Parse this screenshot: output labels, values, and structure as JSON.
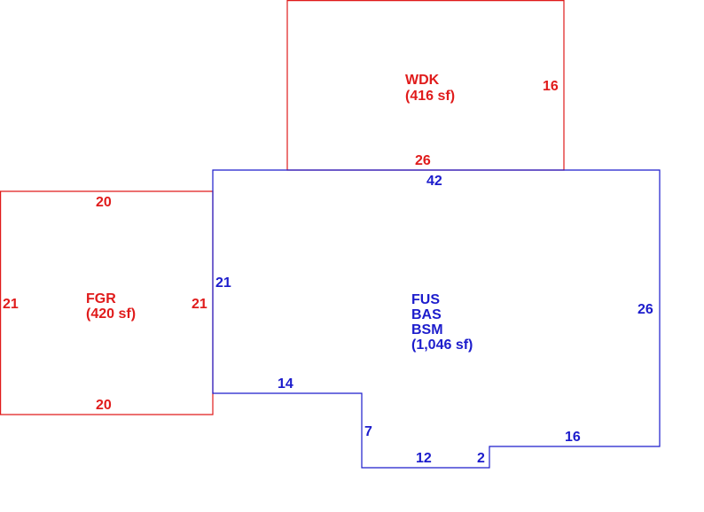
{
  "colors": {
    "existing_area": "#1c1ccc",
    "attached_area": "#e01b1b"
  },
  "areas": {
    "wdk": {
      "code": "WDK",
      "area": "(416 sf)",
      "dims": {
        "bottom": "26",
        "right": "16"
      }
    },
    "fgr": {
      "code": "FGR",
      "area": "(420 sf)",
      "dims": {
        "top": "20",
        "bottom": "20",
        "left": "21",
        "right": "21"
      }
    },
    "main": {
      "codes": [
        "FUS",
        "BAS",
        "BSM"
      ],
      "area": "(1,046 sf)",
      "dims": {
        "top": "42",
        "left": "21",
        "right": "26",
        "notch_top": "14",
        "notch_side": "7",
        "notch_bottom": "12",
        "step_small": "2",
        "step_right": "16"
      }
    }
  }
}
